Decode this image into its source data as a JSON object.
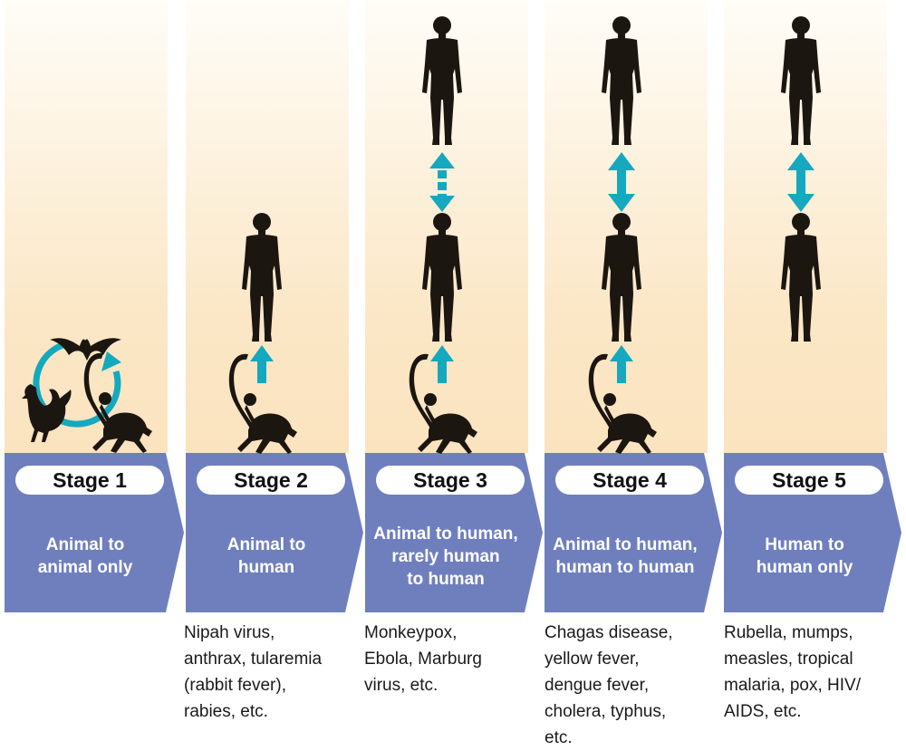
{
  "stages": [
    {
      "label": "Stage 1",
      "description": "Animal to\nanimal only",
      "examples": ""
    },
    {
      "label": "Stage 2",
      "description": "Animal to\nhuman",
      "examples": "Nipah virus,\nanthrax, tularemia\n(rabbit fever),\nrabies, etc."
    },
    {
      "label": "Stage 3",
      "description": "Animal to human,\nrarely human\nto human",
      "examples": "Monkeypox,\nEbola, Marburg\nvirus, etc."
    },
    {
      "label": "Stage 4",
      "description": "Animal to human,\nhuman to human",
      "examples": "Chagas disease,\nyellow fever,\ndengue fever,\ncholera, typhus,\netc."
    },
    {
      "label": "Stage 5",
      "description": "Human to\nhuman only",
      "examples": "Rubella, mumps,\nmeasles, tropical\nmalaria, pox, HIV/\nAIDS, etc."
    }
  ],
  "icons": [
    "bat-icon",
    "rooster-icon",
    "monkey-icon",
    "human-icon",
    "arrow-up-icon",
    "double-arrow-icon",
    "dashed-double-arrow-icon",
    "cycle-arrow-icon"
  ],
  "colors": {
    "banner": "#6f7fbe",
    "arrow": "#15a9bf",
    "silhouette": "#1c1611",
    "column_top": "#fffdf8",
    "column_bottom": "#fbe3bf"
  }
}
